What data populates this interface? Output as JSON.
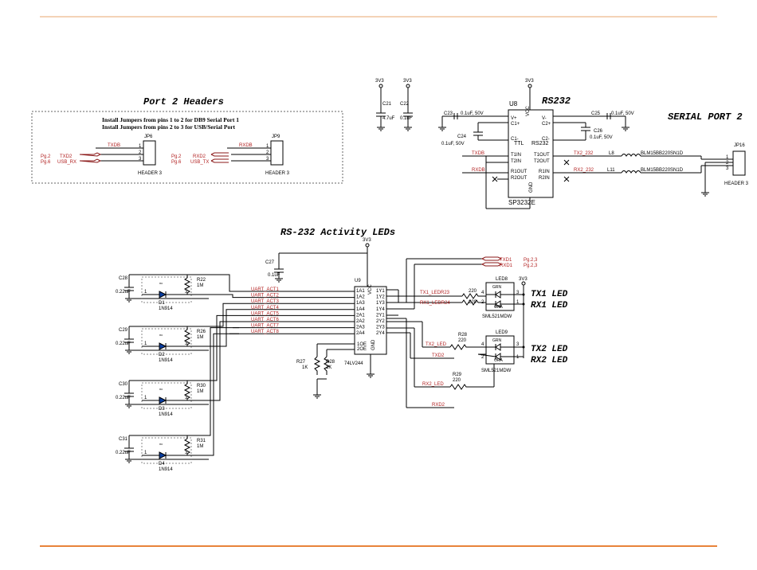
{
  "port2": {
    "title": "Port 2 Headers",
    "note1": "Install Jumpers from pins 1 to 2 for DB9 Serial Port 1",
    "note2": "Install Jumpers from pins 2 to 3 for USB/Serial Port",
    "jp6": "JP6",
    "jp9": "JP9",
    "header": "HEADER 3",
    "left_pg1": "Pg.2",
    "left_pg2": "Pg.6",
    "left_sig1": "TXD2",
    "left_sig2": "USB_RX",
    "left_net": "TXDB",
    "right_pg1": "Pg.2",
    "right_pg2": "Pg.6",
    "right_sig1": "RXD2",
    "right_sig2": "USB_TX",
    "right_net": "RXDB"
  },
  "rs232": {
    "title": "RS232",
    "u8": "U8",
    "part": "SP3232E",
    "ttl": "TTL",
    "rs": "RS232",
    "v3a": "3V3",
    "v3b": "3V3",
    "v3c": "3V3",
    "c21": "C21",
    "c21v": "4.7uF",
    "c22": "C22",
    "c22v": "0.1uF",
    "c23": "C23",
    "c23v": "0.1uF, 50V",
    "c24": "C24",
    "c24v": "0.1uF, 50V",
    "c25": "C25",
    "c25v": "0.1uF, 50V",
    "c26": "C26",
    "c26v": "0.1uF, 50V",
    "pins": {
      "vp": "V+",
      "c1p": "C1+",
      "c1m": "C1-",
      "vcc": "VCC",
      "vm": "V-",
      "c2p": "C2+",
      "c2m": "C2-",
      "t1in": "T1IN",
      "t2in": "T2IN",
      "r1out": "R1OUT",
      "r2out": "R2OUT",
      "t1out": "T1OUT",
      "t2out": "T2OUT",
      "r1in": "R1IN",
      "r2in": "R2IN",
      "gnd": "GND"
    },
    "txdb": "TXDB",
    "rxdb": "RXDB",
    "tx2": "TX2_232",
    "rx2": "RX2_232",
    "l8": "L8",
    "l11": "L11",
    "bead": "BLM15BB220SN1D",
    "bead2": "BLM15BB220SN1D"
  },
  "serial2": {
    "title": "SERIAL PORT 2",
    "jp": "JP16",
    "header": "HEADER 3"
  },
  "leds": {
    "title": "RS-232 Activity LEDs",
    "v3a": "3V3",
    "v3b": "3V3",
    "c27": "C27",
    "c27v": "0.1uF",
    "u9": "U9",
    "u9part": "74LV244",
    "txd1": "TXD1",
    "rxd1": "RXD1",
    "pg1": "Pg.2,3",
    "pg2": "Pg.2,3",
    "acts": [
      "UART_ACT1",
      "UART_ACT2",
      "UART_ACT3",
      "UART_ACT4",
      "UART_ACT5",
      "UART_ACT6",
      "UART_ACT7",
      "UART_ACT8"
    ],
    "u9in": [
      "1A1",
      "1A2",
      "1A3",
      "1A4",
      "2A1",
      "2A2",
      "2A3",
      "2A4"
    ],
    "u9out": [
      "1Y1",
      "1Y2",
      "1Y3",
      "1Y4",
      "2Y1",
      "2Y2",
      "2Y3",
      "2Y4"
    ],
    "oe1": "1OE",
    "oe2": "2OE",
    "vcc": "VCC",
    "gnd": "GND",
    "tx1ledr": "TX1_LEDR23",
    "rx1ledr": "RX1_LEDR24",
    "tx2led": "TX2_LED",
    "rx2led": "RX2_LED",
    "txd2": "TXD2",
    "rxd2": "RXD2",
    "r23v": "220",
    "r24v": "220",
    "r28": "R28",
    "r28v": "220",
    "r29": "R29",
    "r29v": "220",
    "r27": "R27",
    "r27v": "1K",
    "r28b": "R28",
    "r28bv": "1K",
    "led8": "LED8",
    "led9": "LED9",
    "ledpart": "SML521MDW",
    "ledpart2": "SML521MDW",
    "grn": "GRN",
    "ora": "ORA",
    "tx1": "TX1 LED",
    "rx1": "RX1 LED",
    "tx2": "TX2 LED",
    "rx2": "RX2 LED"
  },
  "channels": [
    {
      "c": "C28",
      "cv": "0.22uF",
      "r": "R22",
      "rv": "1M",
      "d": "D1",
      "dv": "1N914"
    },
    {
      "c": "C29",
      "cv": "0.22uF",
      "r": "R26",
      "rv": "1M",
      "d": "D2",
      "dv": "1N914"
    },
    {
      "c": "C30",
      "cv": "0.22uF",
      "r": "R30",
      "rv": "1M",
      "d": "D3",
      "dv": "1N914"
    },
    {
      "c": "C31",
      "cv": "0.22uF",
      "r": "R31",
      "rv": "1M",
      "d": "D4",
      "dv": "1N914"
    }
  ],
  "colors": {
    "rule": "#e8833a",
    "wire": "#000000",
    "net": "#8b1a1a"
  }
}
